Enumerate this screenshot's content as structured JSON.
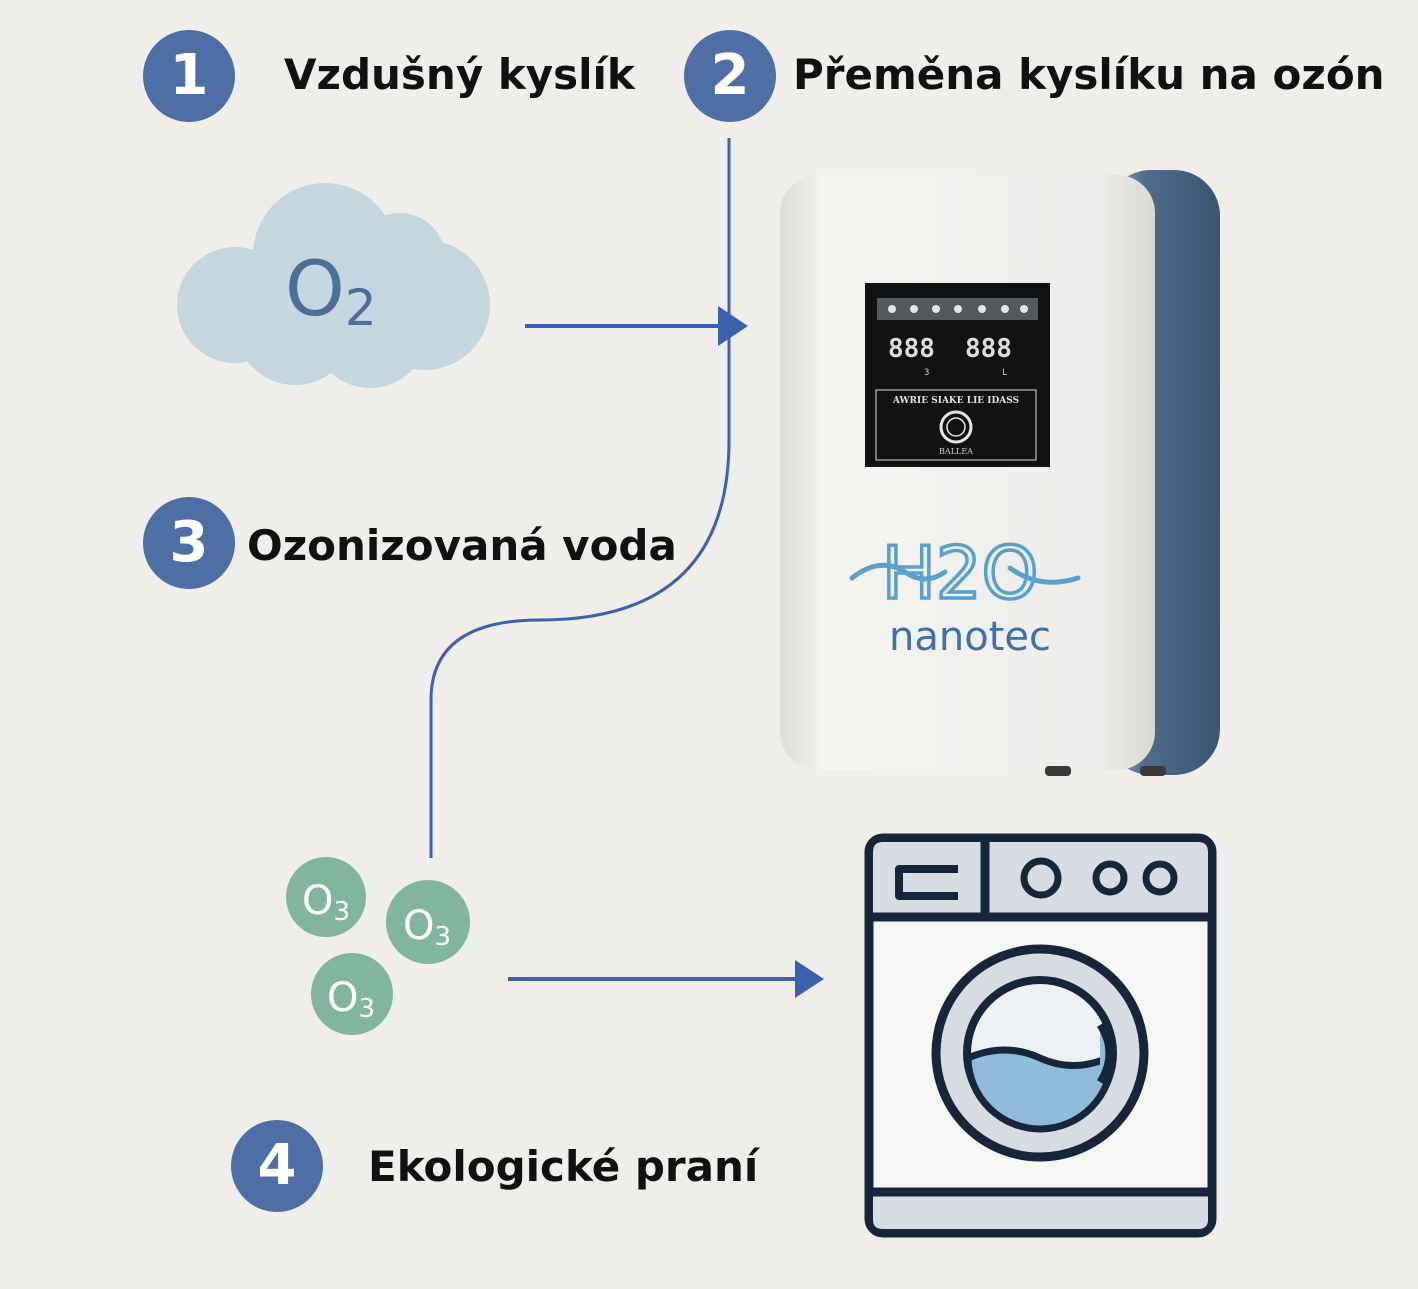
{
  "colors": {
    "background": "#efeeea",
    "badge": "#4d6fa6",
    "arrow": "#3c62ad",
    "cloud": "#c6d6df",
    "cloud_text": "#4d6e99",
    "molecule": "#82b5a0",
    "device_body": "#e8e8e4",
    "device_side": "#4f6d8b",
    "washer_outline": "#17263a",
    "washer_panel": "#d7dce2",
    "water": "#8fbad8",
    "brand_wave": "#5aa0cf",
    "brand_text": "#3f70ae"
  },
  "steps": [
    {
      "number": "1",
      "label": "Vzdušný kyslík"
    },
    {
      "number": "2",
      "label": "Přeměna kyslíku na ozón"
    },
    {
      "number": "3",
      "label": "Ozonizovaná voda"
    },
    {
      "number": "4",
      "label": "Ekologické praní"
    }
  ],
  "cloud": {
    "formula": "O",
    "subscript": "2",
    "icon": "cloud-icon"
  },
  "molecules": [
    {
      "formula": "O",
      "subscript": "3"
    },
    {
      "formula": "O",
      "subscript": "3"
    },
    {
      "formula": "O",
      "subscript": "3"
    }
  ],
  "device": {
    "display_left": "888",
    "display_right": "888",
    "display_caption_left": "3",
    "display_caption_right": "L",
    "panel_text": "AWRIE SIAKE LIE IDASS",
    "button_caption": "BALLEA",
    "brand_logo": "H2O",
    "brand_name": "nanotec",
    "icon": "ozone-generator-icon"
  },
  "washer": {
    "icon": "washing-machine-icon"
  }
}
